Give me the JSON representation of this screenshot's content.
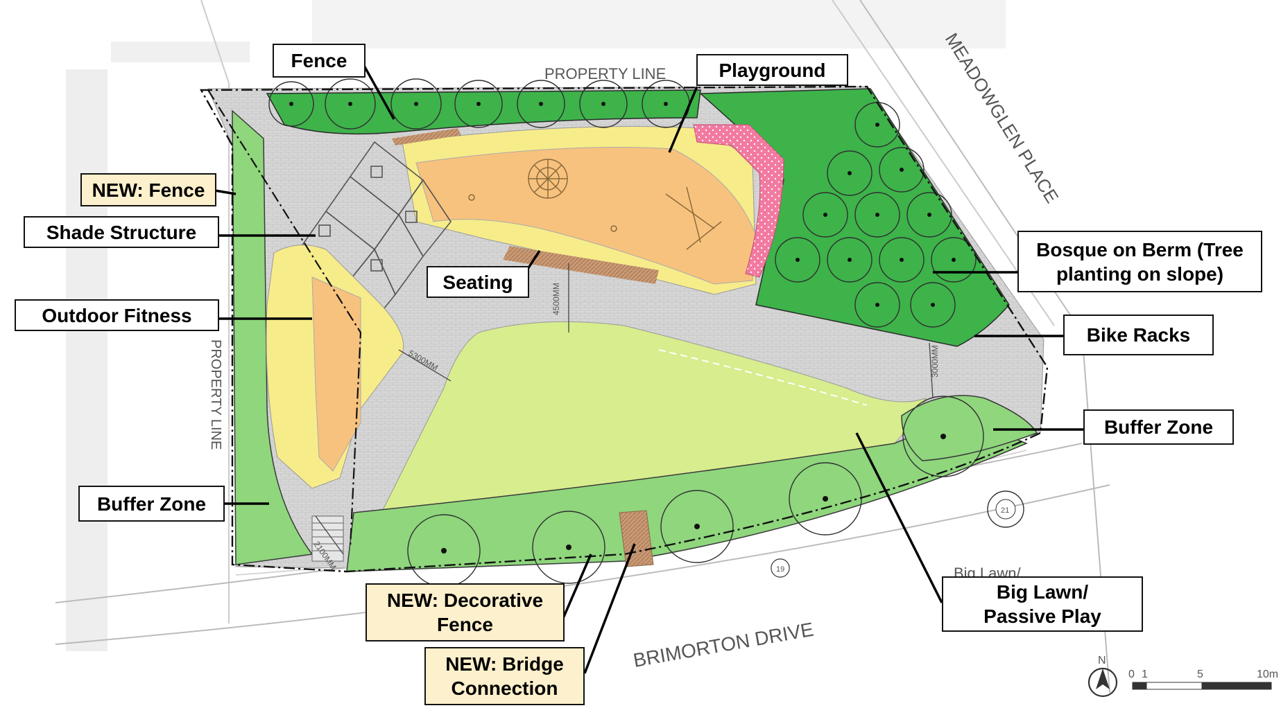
{
  "labels": {
    "property_line_top": "PROPERTY LINE",
    "property_line_left": "PROPERTY LINE",
    "meadowglen": "MEADOWGLEN PLACE",
    "brimorton": "BRIMORTON DRIVE",
    "big_lawn_partial": "Big Lawn/",
    "dim_5300": "5300MM",
    "dim_4500": "4500MM",
    "dim_3000": "3000MM",
    "dim_2100": "2100MM",
    "north": "N",
    "scale_0": "0",
    "scale_1": "1",
    "scale_5": "5",
    "scale_10": "10m",
    "lot_19": "19",
    "lot_21": "21"
  },
  "callouts": {
    "fence": "Fence",
    "playground": "Playground",
    "new_fence": "NEW: Fence",
    "shade_structure": "Shade Structure",
    "seating": "Seating",
    "outdoor_fitness": "Outdoor Fitness",
    "bosque_line1": "Bosque on Berm (Tree",
    "bosque_line2": "planting on slope)",
    "bike_racks": "Bike Racks",
    "buffer_zone_right": "Buffer Zone",
    "buffer_zone_left": "Buffer Zone",
    "big_lawn_line1": "Big Lawn/",
    "big_lawn_line2": "Passive Play",
    "decorative_line1": "NEW: Decorative",
    "decorative_line2": "Fence",
    "bridge_line1": "NEW: Bridge",
    "bridge_line2": "Connection"
  },
  "colors": {
    "dark_green": "#3db34a",
    "buffer_green": "#8fd67d",
    "lawn": "#d7ed8e",
    "playground_orange": "#f7c27e",
    "yellow": "#f7ec8a",
    "pink": "#f2769b",
    "paving": "#d4d4d4",
    "new_callout": "#fdf0cc"
  }
}
